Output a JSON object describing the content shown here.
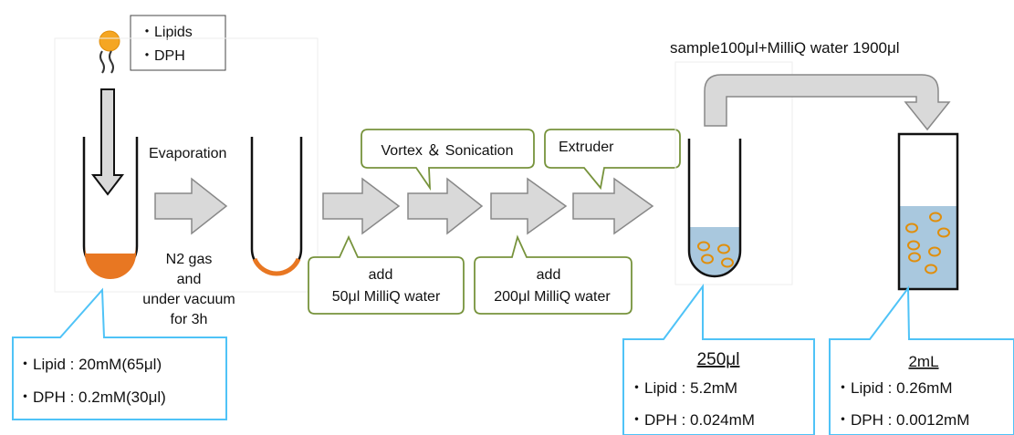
{
  "legend": {
    "items": [
      "・Lipids",
      "・DPH"
    ]
  },
  "steps": {
    "evaporation": "Evaporation",
    "n2_conditions": [
      "N2 gas",
      "and",
      "under vacuum",
      "for 3h"
    ],
    "vortex": "Vortex ＆ Sonication",
    "extruder": "Extruder",
    "add1": [
      "add",
      "50μl MilliQ water"
    ],
    "add2": [
      "add",
      "200μl MilliQ water"
    ],
    "dilution": "sample100μl+MilliQ water 1900μl"
  },
  "boxes": {
    "initial": {
      "lines": [
        "・Lipid : 20mM(65μl)",
        "・DPH : 0.2mM(30μl)"
      ]
    },
    "extruded": {
      "volume": "250μl",
      "lines": [
        "・Lipid : 5.2mM",
        "・DPH : 0.024mM"
      ]
    },
    "diluted": {
      "volume": "2mL",
      "lines": [
        "・Lipid : 0.26mM",
        "・DPH : 0.0012mM"
      ]
    }
  },
  "colors": {
    "orange": "#E87722",
    "water": "#A9C8DE",
    "arrow_fill": "#D9D9D9",
    "callout_green": "#77933C",
    "callout_blue": "#4FC3F7"
  }
}
